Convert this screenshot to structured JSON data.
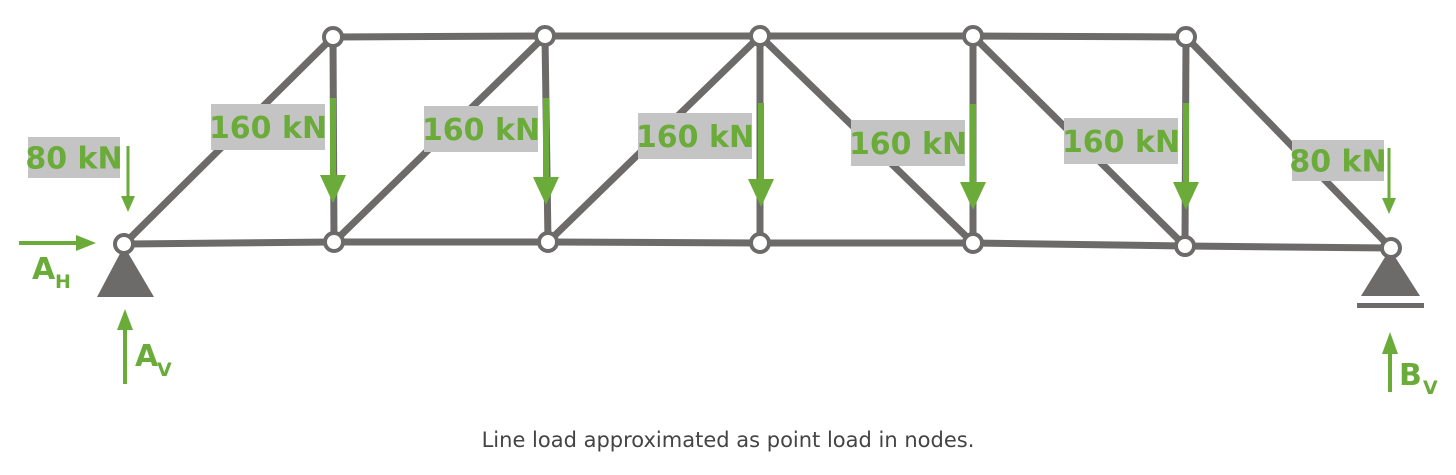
{
  "caption": "Line load approximated as point load in nodes.",
  "colors": {
    "member": "#6d6a6a",
    "load": "#6aab3a",
    "label_bg": "#c4c4c4",
    "node_fill": "#ffffff",
    "caption": "#444444"
  },
  "loads": [
    {
      "label": "80 kN",
      "node": "B0"
    },
    {
      "label": "160 kN",
      "node": "T1"
    },
    {
      "label": "160 kN",
      "node": "T2"
    },
    {
      "label": "160 kN",
      "node": "T3"
    },
    {
      "label": "160 kN",
      "node": "T4"
    },
    {
      "label": "160 kN",
      "node": "T5"
    },
    {
      "label": "80 kN",
      "node": "B6"
    }
  ],
  "reactions": {
    "a_h": {
      "main": "A",
      "sub": "H"
    },
    "a_v": {
      "main": "A",
      "sub": "V"
    },
    "b_v": {
      "main": "B",
      "sub": "V"
    }
  },
  "supports": {
    "left": "pinned",
    "right": "roller"
  },
  "nodes": [
    "B0",
    "B1",
    "B2",
    "B3",
    "B4",
    "B5",
    "B6",
    "T1",
    "T2",
    "T3",
    "T4",
    "T5"
  ],
  "members": [
    [
      "B0",
      "B1"
    ],
    [
      "B1",
      "B2"
    ],
    [
      "B2",
      "B3"
    ],
    [
      "B3",
      "B4"
    ],
    [
      "B4",
      "B5"
    ],
    [
      "B5",
      "B6"
    ],
    [
      "T1",
      "T2"
    ],
    [
      "T2",
      "T3"
    ],
    [
      "T3",
      "T4"
    ],
    [
      "T4",
      "T5"
    ],
    [
      "B0",
      "T1"
    ],
    [
      "T5",
      "B6"
    ],
    [
      "B1",
      "T1"
    ],
    [
      "B2",
      "T2"
    ],
    [
      "B3",
      "T3"
    ],
    [
      "B4",
      "T4"
    ],
    [
      "B5",
      "T5"
    ],
    [
      "B1",
      "T2"
    ],
    [
      "B2",
      "T3"
    ],
    [
      "T3",
      "B4"
    ],
    [
      "T4",
      "B5"
    ]
  ]
}
